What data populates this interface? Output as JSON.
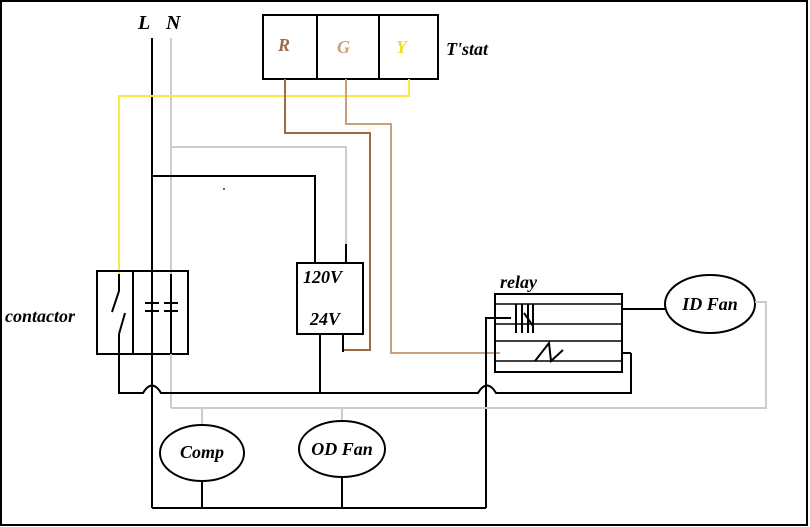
{
  "labels": {
    "line": "L",
    "neutral": "N",
    "tstat": "T'stat",
    "terminal_r": "R",
    "terminal_g": "G",
    "terminal_y": "Y",
    "contactor": "contactor",
    "transformer_primary": "120V",
    "transformer_secondary": "24V",
    "relay": "relay",
    "id_fan": "ID Fan",
    "comp": "Comp",
    "od_fan": "OD Fan"
  },
  "colors": {
    "black": "#000000",
    "grey": "#cccccc",
    "brown": "#9c6b44",
    "tan": "#c8a07e",
    "yellow": "#ffe640",
    "r_text": "#9a6b48",
    "g_text": "#c8a07e",
    "y_text": "#f2dc1e"
  }
}
